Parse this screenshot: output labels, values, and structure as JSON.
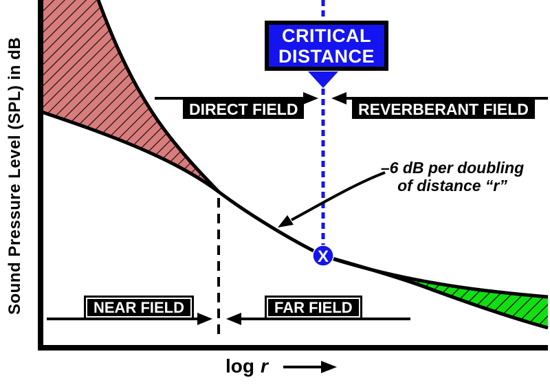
{
  "diagram": {
    "critical_distance_label": "CRITICAL DISTANCE",
    "y_axis_label": "Sound Pressure Level (SPL) in dB",
    "x_axis_label": {
      "prefix": "log",
      "variable": "r"
    },
    "fields": {
      "direct": "DIRECT FIELD",
      "reverberant": "REVERBERANT FIELD",
      "near": "NEAR FIELD",
      "far": "FAR FIELD"
    },
    "slope_annotation": "–6 dB per doubling\nof distance “r”",
    "critical_point_marker": "X",
    "colors": {
      "accent_blue": "#1414F0",
      "near_field_band_fill": "#D97C7C",
      "reverberant_band_fill": "#11DF11",
      "curve_black": "#000000"
    }
  }
}
